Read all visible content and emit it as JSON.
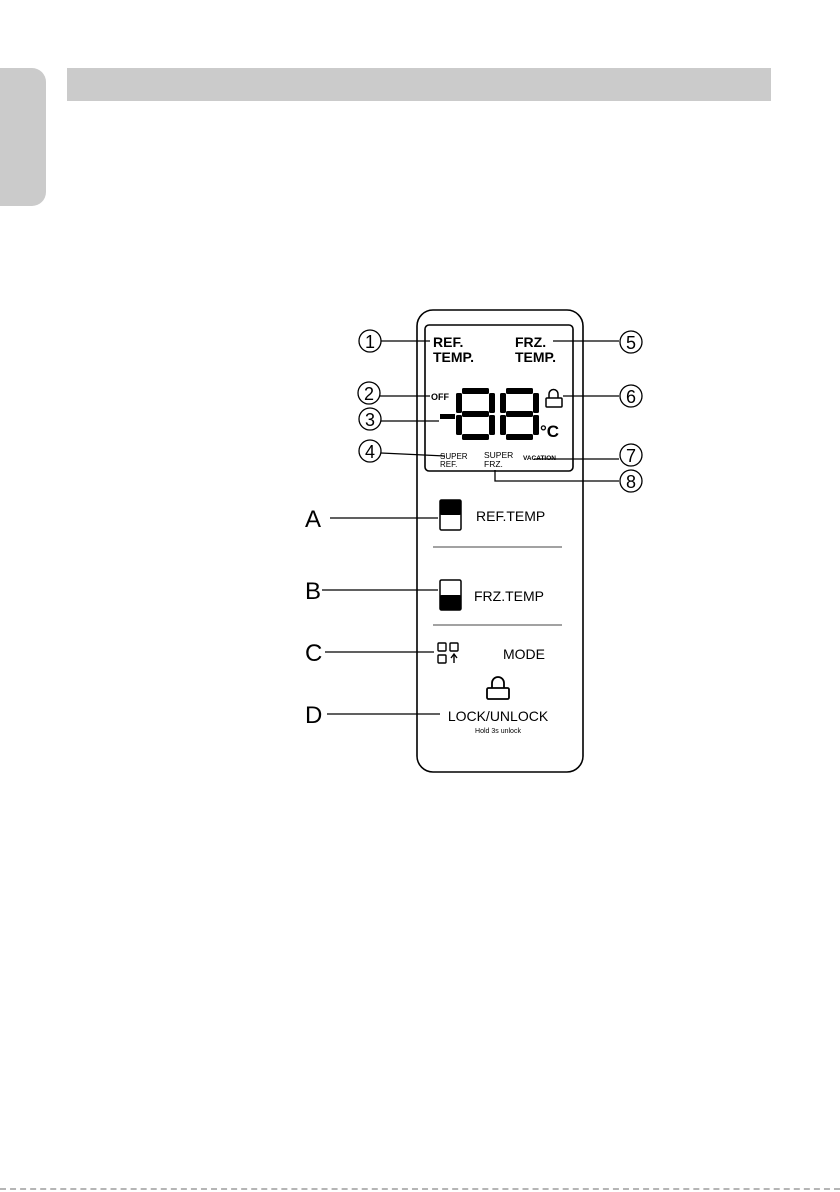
{
  "display": {
    "ref_label_1": "REF.",
    "ref_label_2": "TEMP.",
    "frz_label_1": "FRZ.",
    "frz_label_2": "TEMP.",
    "off_label": "OFF",
    "digits": "88",
    "unit": "°C",
    "super_ref_1": "SUPER",
    "super_ref_2": "REF.",
    "super_frz_1": "SUPER",
    "super_frz_2": "FRZ.",
    "vacation": "VACATION"
  },
  "buttons": {
    "ref_temp": "REF.TEMP",
    "frz_temp": "FRZ.TEMP",
    "mode": "MODE",
    "lock_unlock": "LOCK/UNLOCK",
    "lock_hint": "Hold 3s unlock"
  },
  "callouts": {
    "c1": "1",
    "c2": "2",
    "c3": "3",
    "c4": "4",
    "c5": "5",
    "c6": "6",
    "c7": "7",
    "c8": "8",
    "a": "A",
    "b": "B",
    "c": "C",
    "d": "D"
  }
}
